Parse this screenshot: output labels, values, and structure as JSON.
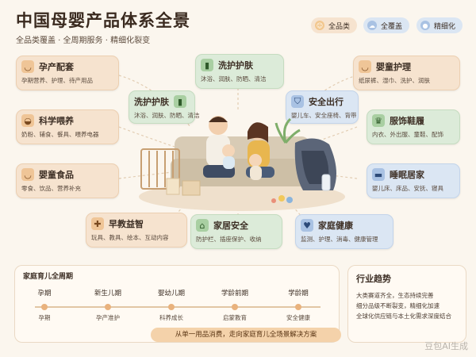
{
  "title": "中国母婴产品体系全景",
  "subtitle": "全品类覆盖 · 全周期服务 · 精细化裂变",
  "legend": [
    {
      "label": "全品类",
      "color": "#f2c78e"
    },
    {
      "label": "全覆盖",
      "color": "#a9c2e3"
    },
    {
      "label": "精细化",
      "color": "#a9c2e3"
    }
  ],
  "cards": {
    "maternity": {
      "title": "孕产配套",
      "desc": "孕期营养、护理、待产用品"
    },
    "feeding": {
      "title": "科学喂养",
      "desc": "奶粉、辅食、餐具、喂养电器"
    },
    "food": {
      "title": "婴童食品",
      "desc": "零食、饮品、营养补充"
    },
    "early_edu": {
      "title": "早教益智",
      "desc": "玩具、教具、绘本、互动内容"
    },
    "wash_top": {
      "title": "洗护护肤",
      "desc": "沐浴、润肤、防晒、清洁"
    },
    "wash_inner": {
      "title": "洗护护肤",
      "desc": "沐浴、润肤、防晒、清洁"
    },
    "travel": {
      "title": "安全出行",
      "desc": "婴儿车、安全座椅、背带"
    },
    "baby_care": {
      "title": "婴童护理",
      "desc": "纸尿裤、湿巾、洗护、润肤"
    },
    "apparel": {
      "title": "服饰鞋履",
      "desc": "内衣、外出服、童鞋、配饰"
    },
    "sleep": {
      "title": "睡眠居家",
      "desc": "婴儿床、床品、安抚、寝具"
    },
    "home_safety": {
      "title": "家居安全",
      "desc": "防护栏、插座保护、收纳"
    },
    "home_health": {
      "title": "家庭健康",
      "desc": "监测、护理、消毒、健康管理"
    }
  },
  "timeline": {
    "title": "家庭育儿全周期",
    "stages": [
      {
        "name": "孕期",
        "sub": "孕期"
      },
      {
        "name": "新生儿期",
        "sub": "孕产准护"
      },
      {
        "name": "婴幼儿期",
        "sub": "科养成长"
      },
      {
        "name": "学龄前期",
        "sub": "启蒙教育"
      },
      {
        "name": "学龄期",
        "sub": "安全健康"
      }
    ]
  },
  "trend": {
    "title": "行业趋势",
    "lines": [
      "大类赛道齐全，生态持续完善",
      "细分品级不断裂变，精细化加速",
      "全球化供应链与本土化需求深度结合"
    ]
  },
  "banner": "从单一用品消费，走向家庭育儿全场景解决方案",
  "watermark": "豆包AI生成"
}
